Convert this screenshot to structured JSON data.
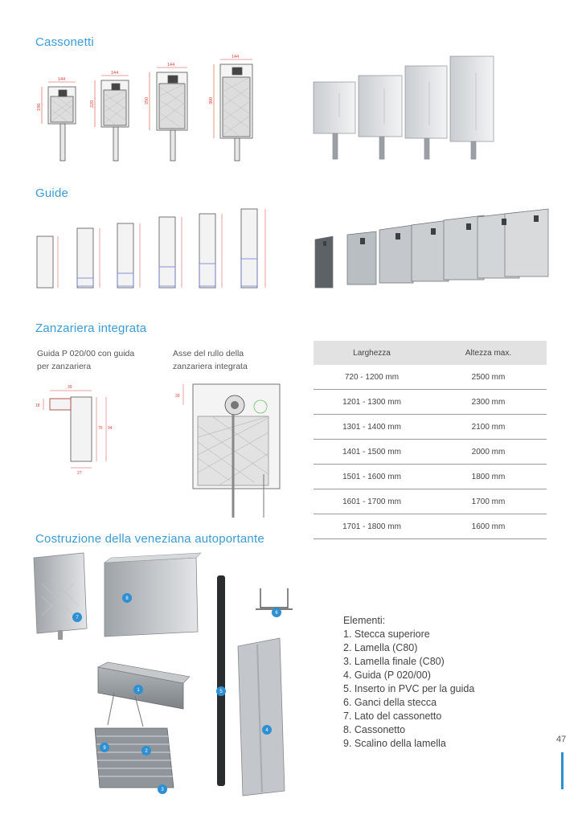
{
  "sections": {
    "cassonetti": "Cassonetti",
    "guide": "Guide",
    "zanzariera": "Zanzariera integrata",
    "costruzione": "Costruzione della veneziana autoportante"
  },
  "cassonetti_drawings": [
    {
      "width_label": "144",
      "height_label": "190"
    },
    {
      "width_label": "144",
      "height_label": "220"
    },
    {
      "width_label": "144",
      "height_label": "250"
    },
    {
      "width_label": "144",
      "height_label": "300"
    }
  ],
  "zanzariera": {
    "caption_left": [
      "Guida P 020/00 con guida",
      "per zanzariera"
    ],
    "caption_right": [
      "Asse del rullo della",
      "zanzariera integrata"
    ],
    "dims": {
      "top": "39",
      "left": "18",
      "right1": "76",
      "right2": "94",
      "bottom": "27",
      "roll": "39"
    }
  },
  "table": {
    "headers": [
      "Larghezza",
      "Altezza max."
    ],
    "rows": [
      [
        "720 - 1200 mm",
        "2500 mm"
      ],
      [
        "1201 - 1300 mm",
        "2300 mm"
      ],
      [
        "1301 - 1400 mm",
        "2100 mm"
      ],
      [
        "1401 - 1500 mm",
        "2000 mm"
      ],
      [
        "1501 - 1600 mm",
        "1800 mm"
      ],
      [
        "1601 - 1700 mm",
        "1700 mm"
      ],
      [
        "1701 - 1800 mm",
        "1600 mm"
      ]
    ]
  },
  "elements": {
    "title": "Elementi:",
    "items": [
      "1. Stecca superiore",
      "2. Lamella (C80)",
      "3. Lamella finale (C80)",
      "4. Guida (P 020/00)",
      "5. Inserto in PVC per la guida",
      "6. Ganci della stecca",
      "7. Lato del cassonetto",
      "8. Cassonetto",
      "9. Scalino della lamella"
    ]
  },
  "badges": [
    "1",
    "2",
    "3",
    "4",
    "5",
    "6",
    "7",
    "8",
    "9"
  ],
  "page_number": "47",
  "colors": {
    "accent": "#3b9bd6",
    "dimension_red": "#d9443a",
    "steel": "#9aa0a5"
  }
}
